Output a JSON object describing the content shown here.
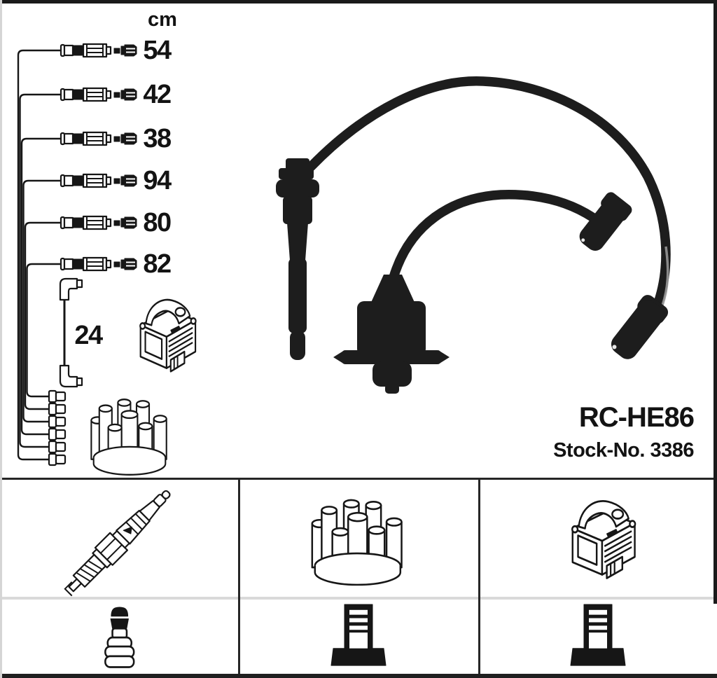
{
  "product": {
    "model": "RC-HE86",
    "stock_no": "Stock-No. 3386"
  },
  "lengths_table": {
    "unit": "cm",
    "values": [
      "54",
      "42",
      "38",
      "94",
      "80",
      "82"
    ],
    "coil_wire": "24"
  },
  "diagram": {
    "left_icons": [
      "ignition-coil",
      "distributor-cap"
    ],
    "photo": "ignition-cable-set-photo"
  },
  "bottom_legend": {
    "row1": [
      "spark-plug",
      "distributor-cap",
      "ignition-coil"
    ],
    "row2": [
      "plug-terminal-nut",
      "coil-tower-terminal",
      "coil-tower-terminal"
    ]
  },
  "colors": {
    "line": "#161616",
    "cable": "#1d1d1d",
    "divider_light": "#d9d9d9",
    "background": "#ffffff"
  }
}
